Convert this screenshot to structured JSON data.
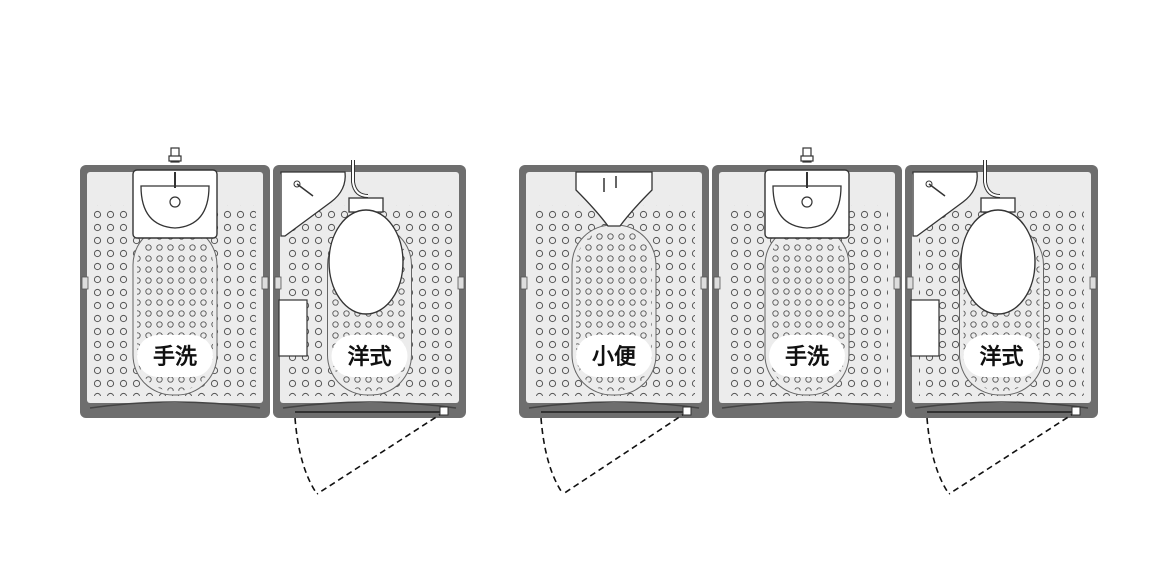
{
  "units": [
    {
      "id": "sink-1",
      "type": "handwash",
      "label": "手洗"
    },
    {
      "id": "toilet-1",
      "type": "western-toilet",
      "label": "洋式"
    },
    {
      "id": "urinal-1",
      "type": "urinal",
      "label": "小便"
    },
    {
      "id": "sink-2",
      "type": "handwash",
      "label": "手洗"
    },
    {
      "id": "toilet-2",
      "type": "western-toilet",
      "label": "洋式"
    }
  ],
  "colors": {
    "wall": "#6e6e6e",
    "floor": "#ececec",
    "dot": "#555555",
    "outline": "#333333",
    "label_bg": "#ffffff",
    "door_swing": "#111111"
  },
  "icons": [
    "sink-icon",
    "toilet-icon",
    "urinal-icon",
    "faucet-icon",
    "door-swing-icon"
  ]
}
